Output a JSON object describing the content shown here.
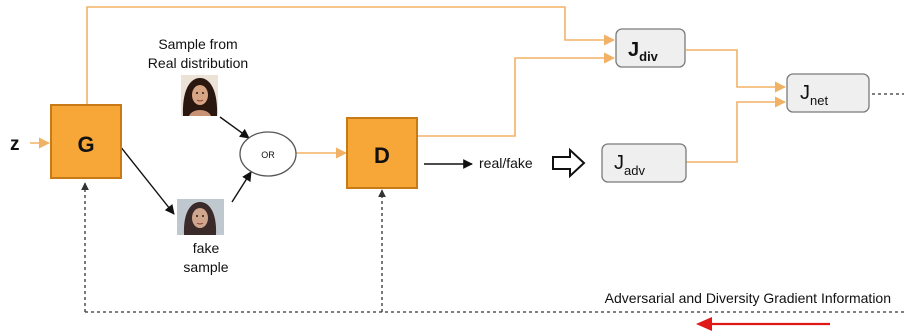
{
  "nodes": {
    "input": {
      "label": "z"
    },
    "generator": {
      "label": "G"
    },
    "discriminator": {
      "label": "D"
    },
    "or_gate": {
      "label": "OR"
    },
    "j_div": {
      "main": "J",
      "sub": "div"
    },
    "j_adv": {
      "main": "J",
      "sub": "adv"
    },
    "j_net": {
      "main": "J",
      "sub": "net"
    }
  },
  "labels": {
    "real_sample_line1": "Sample from",
    "real_sample_line2": "Real distribution",
    "fake_sample_line1": "fake",
    "fake_sample_line2": "sample",
    "real_fake": "real/fake",
    "gradient_info": "Adversarial and Diversity Gradient Information"
  },
  "colors": {
    "block_fill": "#F7A738",
    "block_border": "#C87A16",
    "flow_line": "#F2B266",
    "loss_fill": "#EFEFEF",
    "loss_border": "#7A7A7A",
    "feedback_arrow": "#E01818"
  },
  "icons": {
    "real_sample": "real-face-thumbnail",
    "fake_sample": "fake-face-thumbnail",
    "hollow_arrow": "hollow-right-arrow-icon"
  }
}
